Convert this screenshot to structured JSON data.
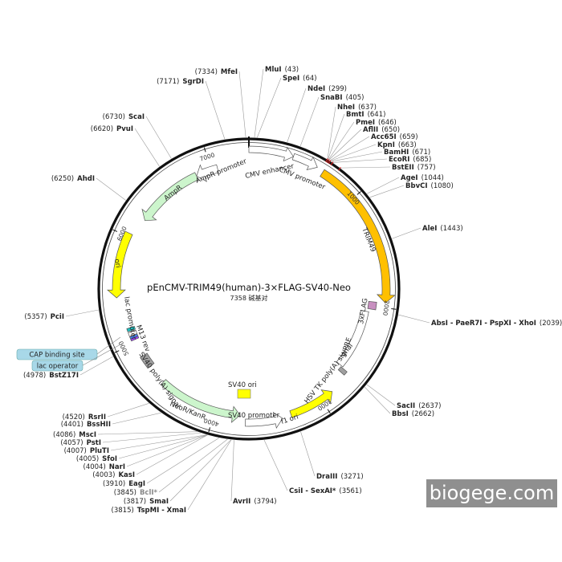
{
  "map": {
    "title": "pEnCMV-TRIM49(human)-3×FLAG-SV40-Neo",
    "subtitle": "7358 碱基对",
    "total_bp": 7358
  },
  "ticks": [
    1000,
    2000,
    3000,
    4000,
    5000,
    6000,
    7000
  ],
  "features": [
    {
      "name": "CMV enhancer",
      "start": 7358,
      "end": 380,
      "color": "#ffffff",
      "type": "arrow"
    },
    {
      "name": "CMV promoter",
      "start": 380,
      "end": 600,
      "color": "#ffffff",
      "type": "arrow"
    },
    {
      "name": "TRIM49",
      "start": 660,
      "end": 1960,
      "color": "#ffc000",
      "type": "arrow"
    },
    {
      "name": "3xFLAG",
      "start": 1960,
      "end": 2030,
      "color": "#c890c0",
      "type": "box"
    },
    {
      "name": "WPRE",
      "start": 2060,
      "end": 2650,
      "color": "#ffffff",
      "type": "box"
    },
    {
      "name": "HSV TK poly(A) signal",
      "start": 2660,
      "end": 2700,
      "color": "#a0a0a0",
      "type": "box"
    },
    {
      "name": "f1 ori",
      "start": 2880,
      "end": 3300,
      "color": "#ffff00",
      "type": "arrow-rev"
    },
    {
      "name": "SV40 promoter",
      "start": 3380,
      "end": 3710,
      "color": "#ffffff",
      "type": "arrow-rev"
    },
    {
      "name": "NeoR/KanR",
      "start": 3760,
      "end": 4550,
      "color": "#ccf5cc",
      "type": "arrow-rev"
    },
    {
      "name": "SV40 poly(A) signal",
      "start": 4740,
      "end": 4860,
      "color": "#a0a0a0",
      "type": "box"
    },
    {
      "name": "lac operator",
      "start": 5050,
      "end": 5070,
      "color": "#4080ff",
      "type": "box"
    },
    {
      "name": "lac promoter",
      "start": 5075,
      "end": 5110,
      "color": "#ffffff",
      "type": "box"
    },
    {
      "name": "CAP binding site",
      "start": 5120,
      "end": 5150,
      "color": "#20c0c0",
      "type": "box"
    },
    {
      "name": "M13 rev",
      "start": 5030,
      "end": 5048,
      "color": "#a040ff",
      "type": "box"
    },
    {
      "name": "ori",
      "start": 5440,
      "end": 6030,
      "color": "#ffff00",
      "type": "arrow-rev"
    },
    {
      "name": "AmpR",
      "start": 6200,
      "end": 6850,
      "color": "#ccf5cc",
      "type": "arrow-rev"
    },
    {
      "name": "AmpR promoter",
      "start": 6850,
      "end": 7060,
      "color": "#ffffff",
      "type": "arrow-rev"
    }
  ],
  "inner_labels": {
    "cmv_enhancer": "CMV enhancer",
    "cmv_promoter": "CMV promoter",
    "trim49": "TRIM49",
    "flag": "3xFLAG",
    "wpre": "WPRE",
    "hsv": "HSV TK poly(A) signal",
    "f1ori": "f1 ori",
    "sv40prom": "SV40 promoter",
    "sv40ori": "SV40 ori",
    "neor": "NeoR/KanR",
    "sv40pa": "SV40 poly(A) signal",
    "m13": "M13 rev",
    "lacprom": "lac promoter",
    "ori": "ori",
    "ampr": "AmpR",
    "amprprom": "AmpR promoter"
  },
  "boxed_labels": {
    "cap": "CAP binding site",
    "lacop": "lac operator"
  },
  "sites": [
    {
      "name": "MfeI",
      "pos": "(7334)",
      "label_side": "left",
      "bp": 7334
    },
    {
      "name": "SgrDI",
      "pos": "(7171)",
      "label_side": "left",
      "bp": 7171
    },
    {
      "name": "ScaI",
      "pos": "(6730)",
      "label_side": "left",
      "bp": 6730
    },
    {
      "name": "PvuI",
      "pos": "(6620)",
      "label_side": "left",
      "bp": 6620
    },
    {
      "name": "AhdI",
      "pos": "(6250)",
      "label_side": "left",
      "bp": 6250
    },
    {
      "name": "PciI",
      "pos": "(5357)",
      "label_side": "left",
      "bp": 5357
    },
    {
      "name": "BstZ17I",
      "pos": "(4978)",
      "label_side": "left",
      "bp": 4978
    },
    {
      "name": "RsrII",
      "pos": "(4520)",
      "label_side": "left",
      "bp": 4520
    },
    {
      "name": "BssHII",
      "pos": "(4401)",
      "label_side": "left",
      "bp": 4401
    },
    {
      "name": "MscI",
      "pos": "(4086)",
      "label_side": "left",
      "bp": 4086
    },
    {
      "name": "PstI",
      "pos": "(4057)",
      "label_side": "left",
      "bp": 4057
    },
    {
      "name": "PluTI",
      "pos": "(4007)",
      "label_side": "left",
      "bp": 4007
    },
    {
      "name": "SfoI",
      "pos": "(4005)",
      "label_side": "left",
      "bp": 4005
    },
    {
      "name": "NarI",
      "pos": "(4004)",
      "label_side": "left",
      "bp": 4004
    },
    {
      "name": "KasI",
      "pos": "(4003)",
      "label_side": "left",
      "bp": 4003
    },
    {
      "name": "EagI",
      "pos": "(3910)",
      "label_side": "left",
      "bp": 3910
    },
    {
      "name": "BclI*",
      "pos": "(3845)",
      "label_side": "left",
      "bp": 3845,
      "gray": true
    },
    {
      "name": "SmaI",
      "pos": "(3817)",
      "label_side": "left",
      "bp": 3817
    },
    {
      "name": "TspMI - XmaI",
      "pos": "(3815)",
      "label_side": "left",
      "bp": 3815
    },
    {
      "name": "AvrII",
      "pos": "(3794)",
      "label_side": "right",
      "bp": 3794
    },
    {
      "name": "CsiI - SexAI*",
      "pos": "(3561)",
      "label_side": "right",
      "bp": 3561
    },
    {
      "name": "DraIII",
      "pos": "(3271)",
      "label_side": "right",
      "bp": 3271
    },
    {
      "name": "BbsI",
      "pos": "(2662)",
      "label_side": "right",
      "bp": 2662
    },
    {
      "name": "SacII",
      "pos": "(2637)",
      "label_side": "right",
      "bp": 2637
    },
    {
      "name": "AbsI - PaeR7I - PspXI - XhoI",
      "pos": "(2039)",
      "label_side": "right",
      "bp": 2039
    },
    {
      "name": "AleI",
      "pos": "(1443)",
      "label_side": "right",
      "bp": 1443
    },
    {
      "name": "BbvCI",
      "pos": "(1080)",
      "label_side": "right",
      "bp": 1080
    },
    {
      "name": "AgeI",
      "pos": "(1044)",
      "label_side": "right",
      "bp": 1044
    },
    {
      "name": "BstEII",
      "pos": "(757)",
      "label_side": "right",
      "bp": 757
    },
    {
      "name": "EcoRI",
      "pos": "(685)",
      "label_side": "right",
      "bp": 685
    },
    {
      "name": "BamHI",
      "pos": "(671)",
      "label_side": "right",
      "bp": 671
    },
    {
      "name": "KpnI",
      "pos": "(663)",
      "label_side": "right",
      "bp": 663
    },
    {
      "name": "Acc65I",
      "pos": "(659)",
      "label_side": "right",
      "bp": 659
    },
    {
      "name": "AflII",
      "pos": "(650)",
      "label_side": "right",
      "bp": 650
    },
    {
      "name": "PmeI",
      "pos": "(646)",
      "label_side": "right",
      "bp": 646
    },
    {
      "name": "BmtI",
      "pos": "(641)",
      "label_side": "right",
      "bp": 641
    },
    {
      "name": "NheI",
      "pos": "(637)",
      "label_side": "right",
      "bp": 637
    },
    {
      "name": "SnaBI",
      "pos": "(405)",
      "label_side": "right",
      "bp": 405
    },
    {
      "name": "NdeI",
      "pos": "(299)",
      "label_side": "right",
      "bp": 299
    },
    {
      "name": "SpeI",
      "pos": "(64)",
      "label_side": "right",
      "bp": 64
    },
    {
      "name": "MluI",
      "pos": "(43)",
      "label_side": "right",
      "bp": 43
    }
  ],
  "watermark": "biogege.com"
}
